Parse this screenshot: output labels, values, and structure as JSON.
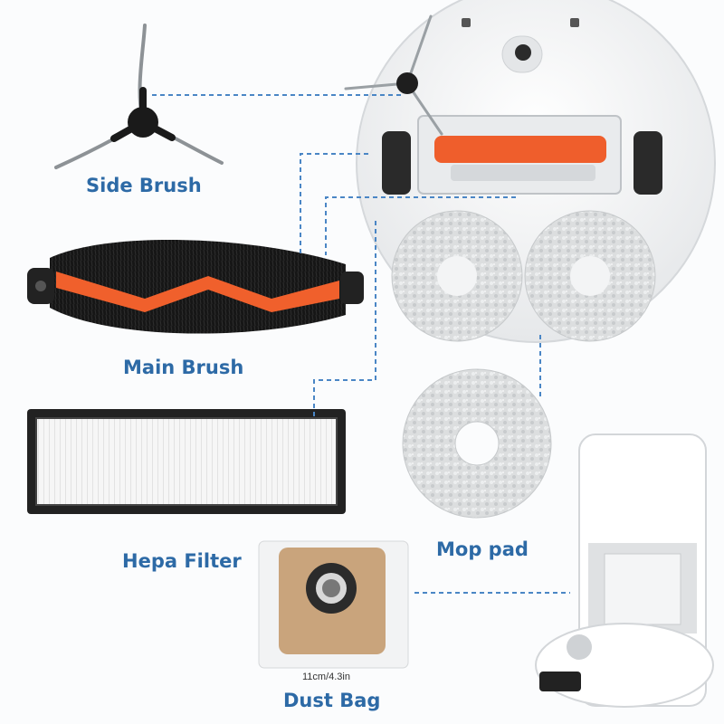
{
  "labels": {
    "side_brush": "Side Brush",
    "main_brush": "Main Brush",
    "hepa_filter": "Hepa Filter",
    "mop_pad": "Mop pad",
    "dust_bag": "Dust Bag",
    "dust_bag_size": "11cm/4.3in"
  },
  "colors": {
    "label": "#2d6aa6",
    "guide_line": "#4a86c5",
    "brush_orange": "#f0602c",
    "brush_bristle": "#1a1a1a",
    "filter_frame": "#2a2a2a",
    "bag_kraft": "#c9a47c",
    "pad_grey": "#d8dadb",
    "robot_white": "#f3f4f5"
  }
}
